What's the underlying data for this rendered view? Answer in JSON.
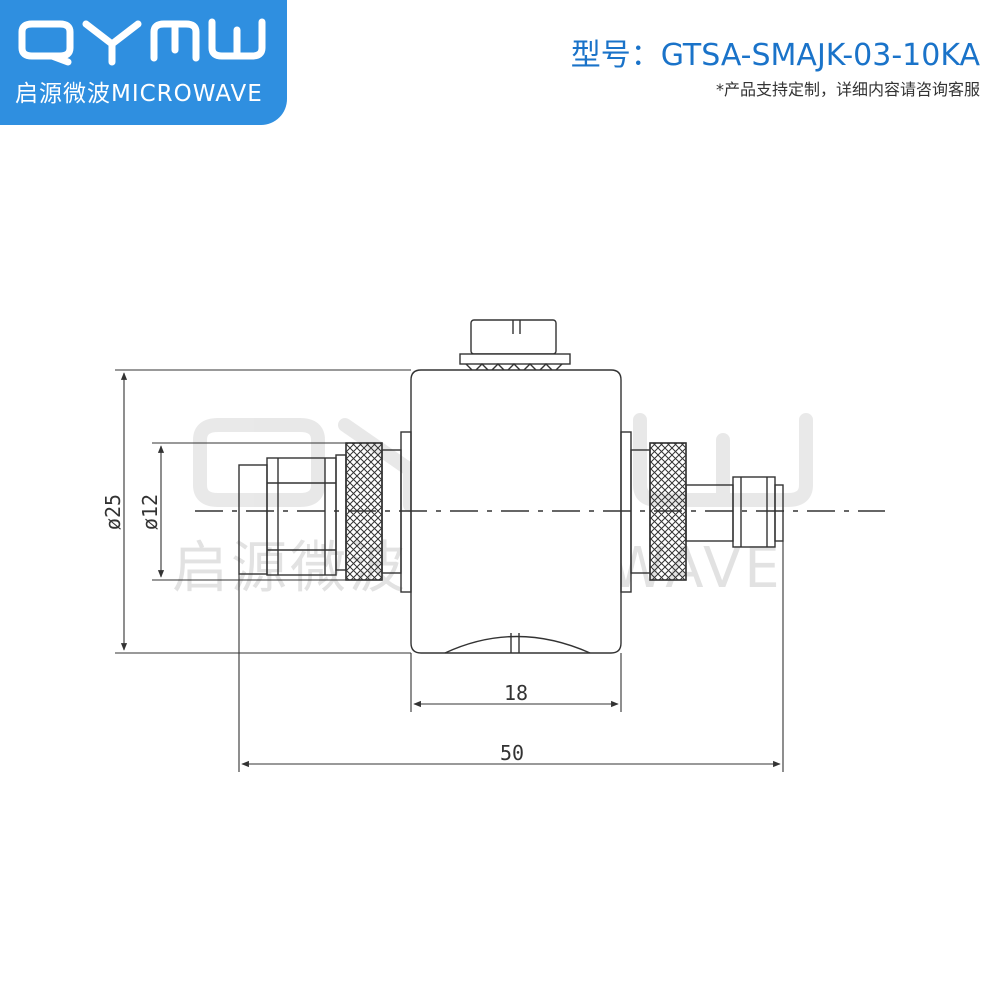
{
  "brand": {
    "logo_letters": "QYMW",
    "logo_text": "启源微波MICROWAVE",
    "color": "#2f8fe0"
  },
  "header": {
    "model": "型号：GTSA-SMAJK-03-10KA",
    "note": "*产品支持定制，详细内容请咨询客服",
    "model_color": "#1a73c9"
  },
  "drawing": {
    "dimensions": {
      "outer_diameter": "ø25",
      "inner_diameter": "ø12",
      "body_length": "18",
      "total_length": "50"
    }
  },
  "watermark": {
    "text": "启源微波MICROWAVE"
  }
}
